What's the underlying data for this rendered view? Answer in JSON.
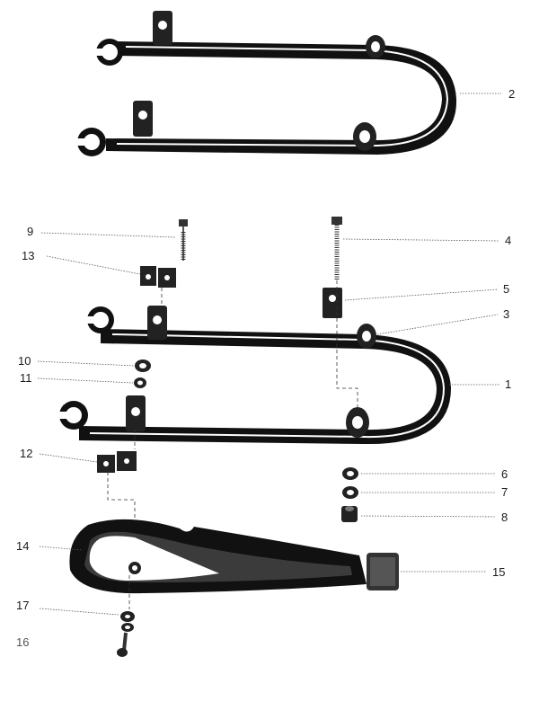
{
  "callouts": [
    {
      "id": "c2",
      "text": "2"
    },
    {
      "id": "c9",
      "text": "9"
    },
    {
      "id": "c4",
      "text": "4"
    },
    {
      "id": "c13",
      "text": "13"
    },
    {
      "id": "c5",
      "text": "5"
    },
    {
      "id": "c3",
      "text": "3"
    },
    {
      "id": "c10",
      "text": "10"
    },
    {
      "id": "c11",
      "text": "11"
    },
    {
      "id": "c1",
      "text": "1"
    },
    {
      "id": "c12",
      "text": "12"
    },
    {
      "id": "c6",
      "text": "6"
    },
    {
      "id": "c7",
      "text": "7"
    },
    {
      "id": "c8",
      "text": "8"
    },
    {
      "id": "c14",
      "text": "14"
    },
    {
      "id": "c15",
      "text": "15"
    },
    {
      "id": "c17",
      "text": "17"
    },
    {
      "id": "c16",
      "text": "16"
    }
  ]
}
